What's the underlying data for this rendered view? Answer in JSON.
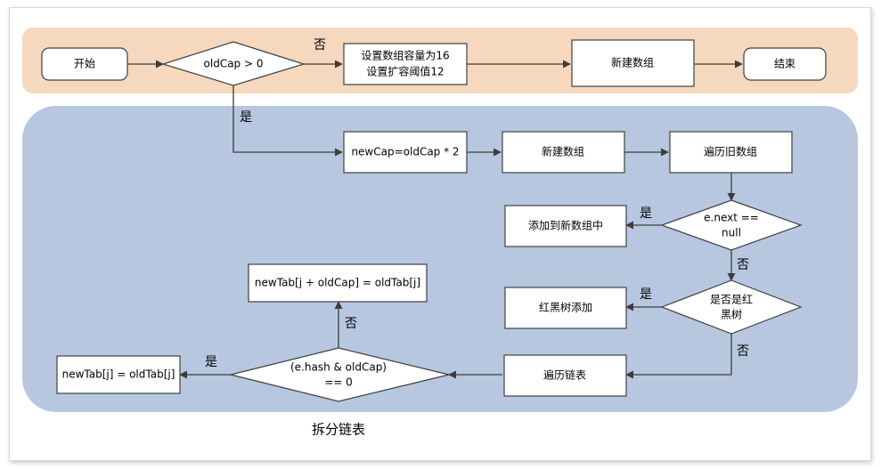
{
  "nodes": {
    "start": "开始",
    "cond_oldcap": "oldCap > 0",
    "default_line1": "设置数组容量为16",
    "default_line2": "设置扩容阈值12",
    "new_array_top": "新建数组",
    "end": "结束",
    "newcap": "newCap=oldCap * 2",
    "new_array_mid": "新建数组",
    "traverse_old": "遍历旧数组",
    "cond_next_line1": "e.next ==",
    "cond_next_line2": "null",
    "add_to_new": "添加到新数组中",
    "cond_rb_line1": "是否是红",
    "cond_rb_line2": "黑树",
    "rb_add": "红黑树添加",
    "traverse_list": "遍历链表",
    "cond_hash_line1": "(e.hash & oldCap)",
    "cond_hash_line2": "== 0",
    "assign_j": "newTab[j] = oldTab[j]",
    "assign_j_oldcap": "newTab[j + oldCap] = oldTab[j]"
  },
  "labels": {
    "no_top": "否",
    "yes_oldcap": "是",
    "yes_next": "是",
    "no_next": "否",
    "yes_rb": "是",
    "no_rb": "否",
    "yes_hash": "是",
    "no_hash": "否"
  },
  "caption": "拆分链表",
  "colors": {
    "top_band": "#f5d8bd",
    "bottom_band": "#b8c7e0",
    "node_fill": "#ffffff",
    "stroke": "#404040",
    "arrow": "#3c3c3c"
  }
}
